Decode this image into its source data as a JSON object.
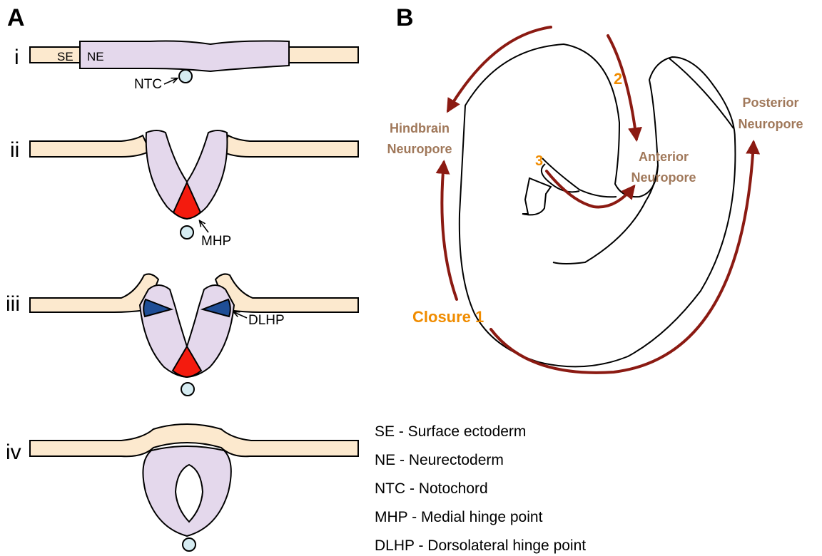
{
  "panels": {
    "a": "A",
    "b": "B"
  },
  "stages": [
    "i",
    "ii",
    "iii",
    "iv"
  ],
  "stage_labels": {
    "se": "SE",
    "ne": "NE"
  },
  "annotations": {
    "ntc": "NTC",
    "mhp": "MHP",
    "dlhp": "DLHP"
  },
  "neuropores": {
    "hindbrain": [
      "Hindbrain",
      "Neuropore"
    ],
    "anterior": [
      "Anterior",
      "Neuropore"
    ],
    "posterior": [
      "Posterior",
      "Neuropore"
    ]
  },
  "closures": {
    "c1": "Closure 1",
    "c2": "2",
    "c3": "3"
  },
  "legend": [
    "SE - Surface ectoderm",
    "NE - Neurectoderm",
    "NTC - Notochord",
    "MHP - Medial hinge point",
    "DLHP - Dorsolateral hinge point"
  ],
  "colors": {
    "surface_ectoderm": "#FCE9CE",
    "neurectoderm": "#E4D8EC",
    "notochord": "#D6ECF2",
    "medial_hinge_point": "#F41B0E",
    "dorsolateral_hinge_point": "#1F4E96",
    "closure_arrow": "#8B1A12",
    "neuropore_text": "#A0785A",
    "closure_text": "#F08C00"
  }
}
